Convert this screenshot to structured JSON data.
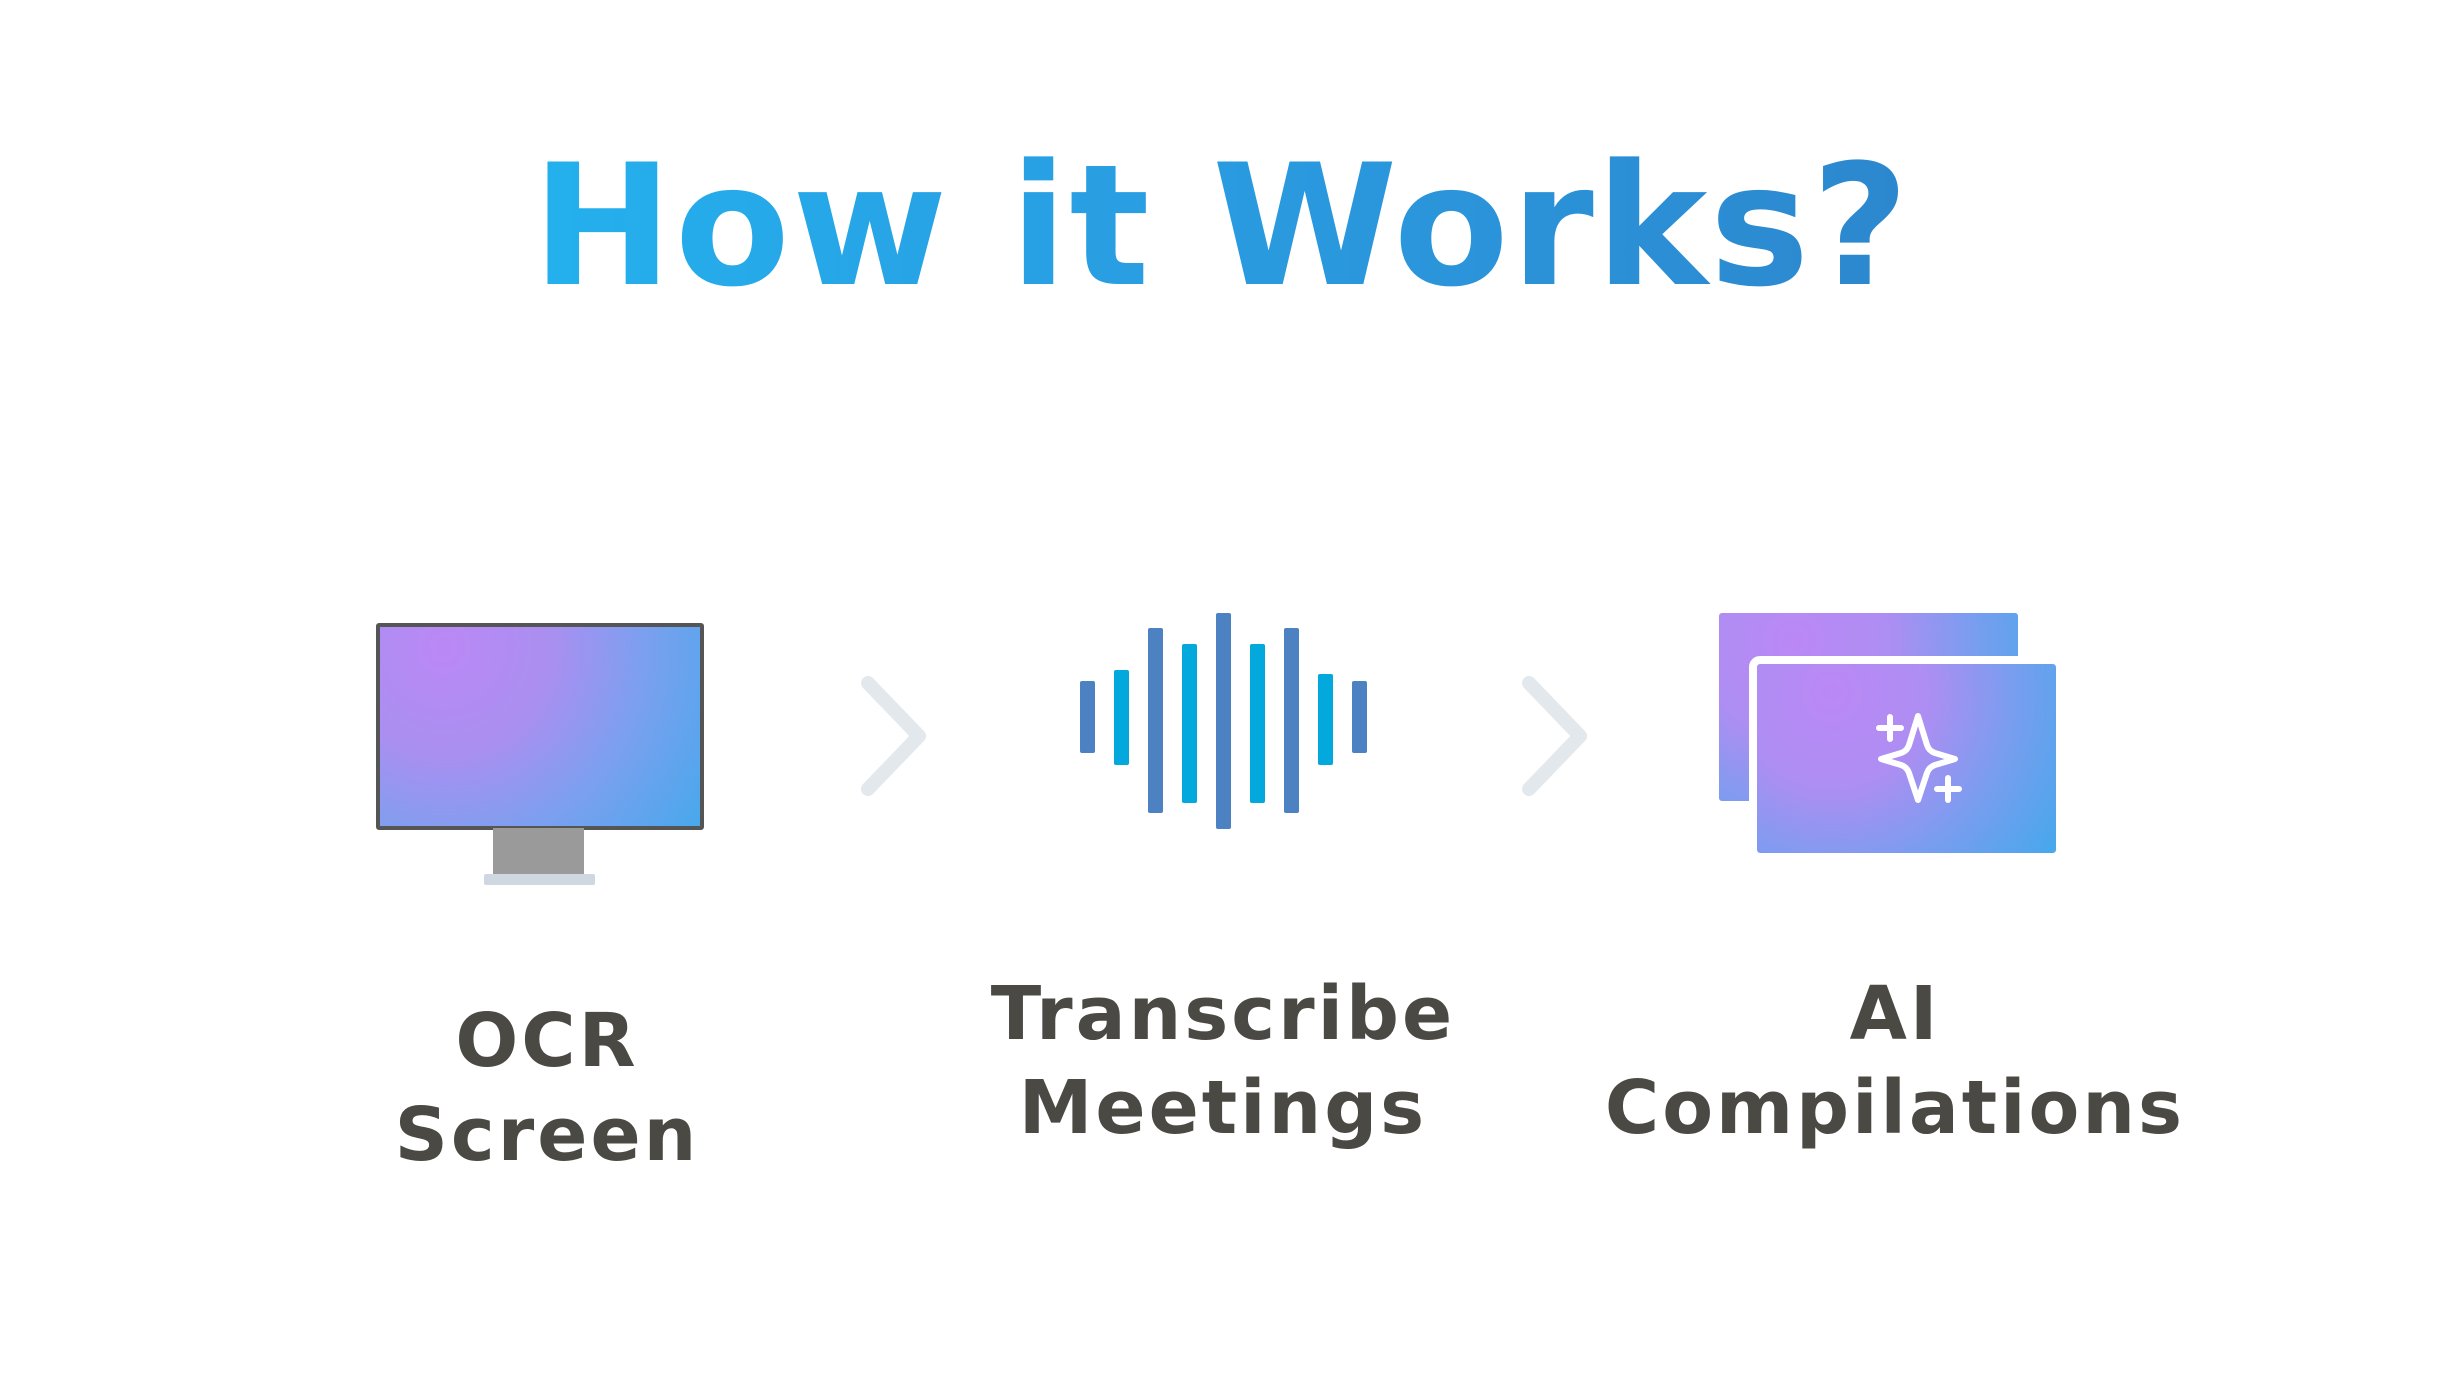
{
  "title": "How it Works?",
  "steps": [
    {
      "label": "OCR Screen",
      "icon": "monitor-icon"
    },
    {
      "label_line1": "Transcribe",
      "label_line2": "Meetings",
      "icon": "sound-wave-icon"
    },
    {
      "label_line1": "AI",
      "label_line2": "Compilations",
      "icon": "ai-sparkle-cards-icon"
    }
  ],
  "colors": {
    "title_start": "#1fc0f8",
    "title_end": "#2e78c0",
    "label": "#4a4943",
    "wave_dark": "#4d82c2",
    "wave_light": "#03a9dd",
    "arrow": "#e3e8ec"
  }
}
